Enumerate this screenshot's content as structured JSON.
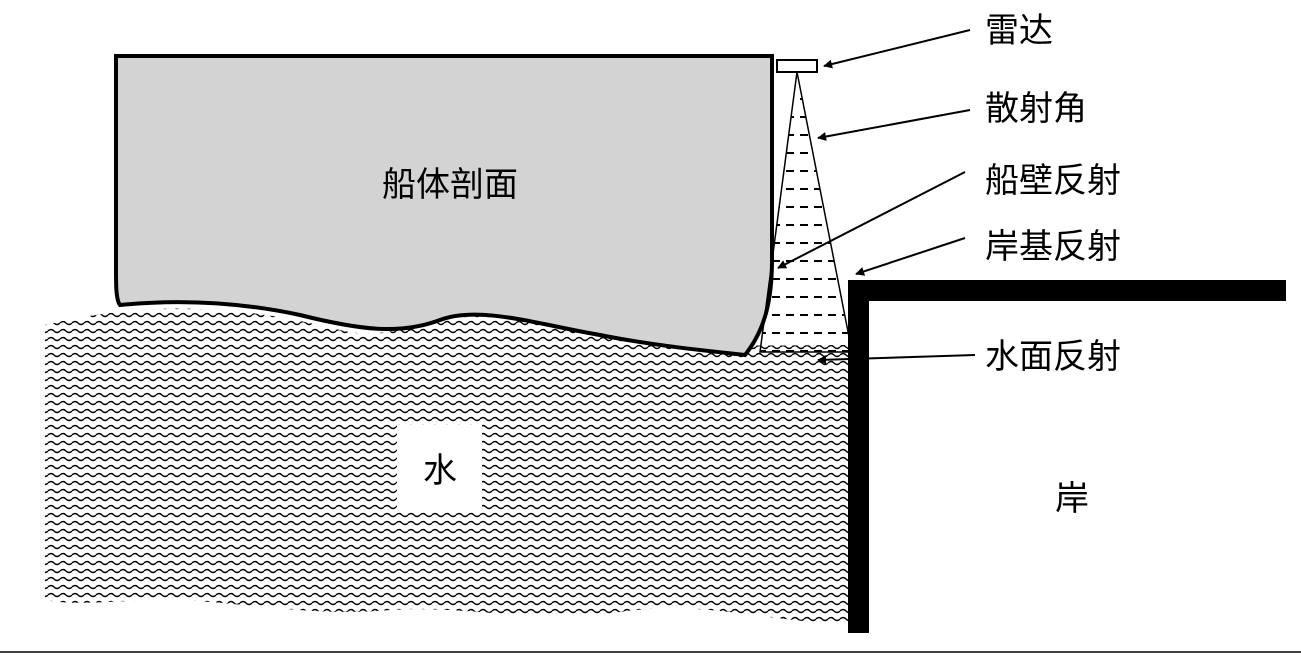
{
  "labels": {
    "hull_section": "船体剖面",
    "water": "水",
    "shore": "岸",
    "radar": "雷达",
    "scatter_angle": "散射角",
    "hull_wall_reflection": "船壁反射",
    "shore_base_reflection": "岸基反射",
    "water_surface_reflection": "水面反射"
  },
  "colors": {
    "hull_fill": "#d3d3d3",
    "outline": "#000000",
    "background": "#ffffff"
  }
}
